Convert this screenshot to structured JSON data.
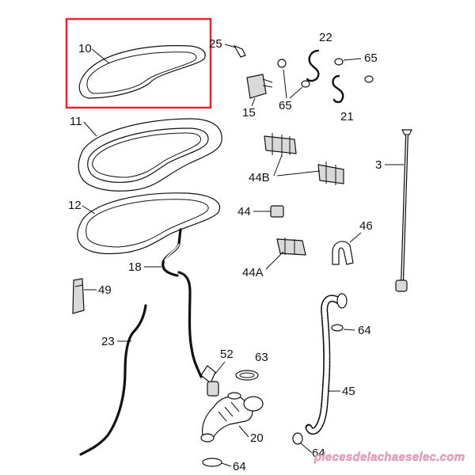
{
  "highlight_color": "#e0282e",
  "labels": {
    "p10": "10",
    "p11": "11",
    "p12": "12",
    "p18": "18",
    "p49": "49",
    "p23": "23",
    "p52": "52",
    "p63": "63",
    "p20": "20",
    "p64b": "64",
    "p25": "25",
    "p22": "22",
    "p65a": "65",
    "p65b": "65",
    "p15": "15",
    "p21": "21",
    "p3": "3",
    "p44b": "44B",
    "p44": "44",
    "p46": "46",
    "p44a": "44A",
    "p64a": "64",
    "p45": "45",
    "p64c": "64"
  },
  "watermark": {
    "text": "piecesdelachaeselec.com",
    "color": "#e8a9c4"
  }
}
